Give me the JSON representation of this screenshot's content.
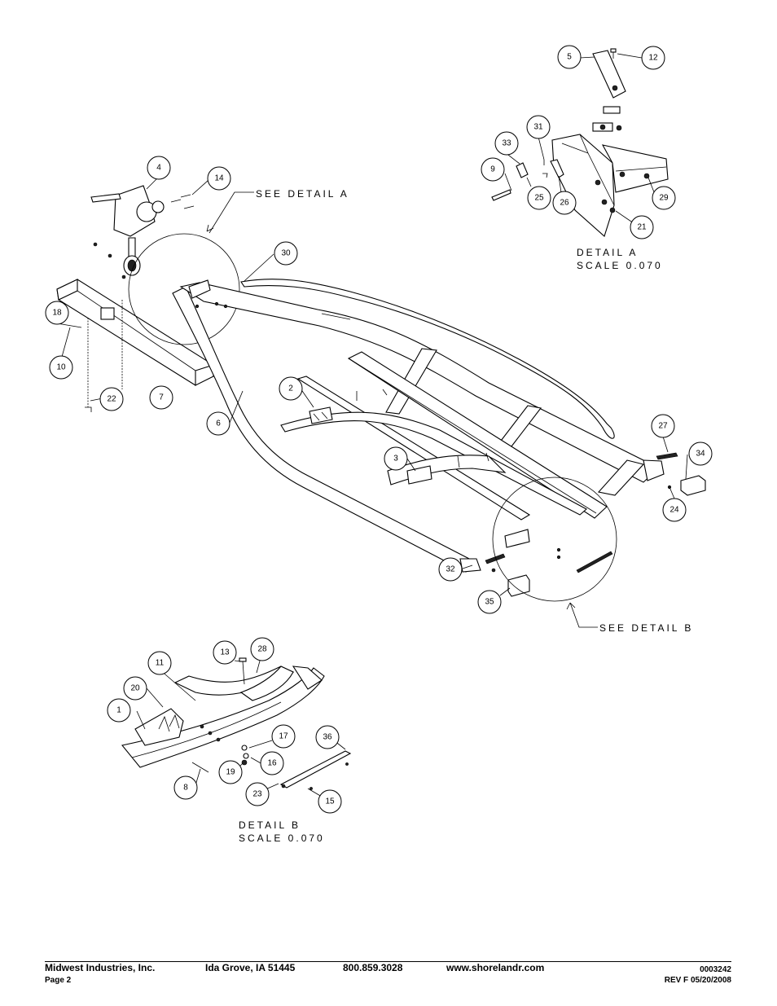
{
  "callouts": [
    "1",
    "2",
    "3",
    "4",
    "5",
    "6",
    "7",
    "8",
    "9",
    "10",
    "11",
    "12",
    "13",
    "14",
    "15",
    "16",
    "17",
    "18",
    "19",
    "20",
    "21",
    "22",
    "23",
    "24",
    "25",
    "26",
    "27",
    "28",
    "29",
    "30",
    "31",
    "32",
    "33",
    "34",
    "35",
    "36"
  ],
  "details": {
    "see_detail_a": "SEE DETAIL A",
    "see_detail_b": "SEE DETAIL B",
    "detail_a_title": "DETAIL A",
    "detail_a_scale": "SCALE 0.070",
    "detail_b_title": "DETAIL B",
    "detail_b_scale": "SCALE 0.070"
  },
  "footer": {
    "company": "Midwest Industries, Inc.",
    "city": "Ida Grove, IA  51445",
    "phone": "800.859.3028",
    "website": "www.shorelandr.com",
    "page": "Page 2",
    "doc_number": "0003242",
    "revision": "REV F  05/20/2008"
  }
}
